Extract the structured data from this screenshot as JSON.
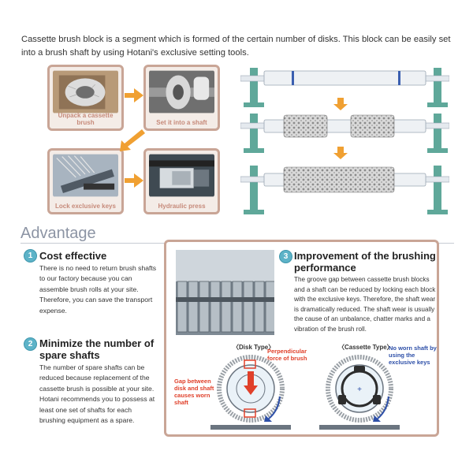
{
  "intro": {
    "text": "Cassette brush block is a segment which is formed of the certain number of disks. This block can be easily set into a brush shaft by using Hotani's exclusive setting tools."
  },
  "steps": [
    {
      "label": "Unpack a cassette brush"
    },
    {
      "label": "Set it into a shaft"
    },
    {
      "label": "Lock exclusive keys"
    },
    {
      "label": "Hydraulic press"
    }
  ],
  "advantage": {
    "title": "Advantage",
    "items": [
      {
        "number": "1",
        "title": "Cost effective",
        "body": "There is no need to return brush shafts to our factory because you can assemble brush rolls at your site. Therefore, you can save the transport expense."
      },
      {
        "number": "2",
        "title": "Minimize the number of spare shafts",
        "body": "The number of spare shafts can be reduced because replacement of the cassette brush is possible at your site. Hotani recommends you to possess at least one set of shafts for each brushing equipment as a spare."
      },
      {
        "number": "3",
        "title": "Improvement of the brushing performance",
        "body": "The groove gap between cassette brush blocks and a shaft can be reduced by locking each block with the exclusive keys. Therefore, the shaft wear is dramatically reduced. The shaft wear is usually the cause of an unbalance, chatter marks and a vibration of the brush roll."
      }
    ]
  },
  "diagram": {
    "disk_type": "〈Disk Type〉",
    "cassette_type": "〈Cassette Type〉",
    "perpendicular": "Perpendicular force of brush",
    "gap": "Gap between disk and shaft causes worn shaft",
    "no_worn": "No worn shaft by using the exclusive keys"
  },
  "colors": {
    "frame": "#c9a596",
    "caption": "#c68a7a",
    "arrow": "#f0a032",
    "badge": "#5db3c8",
    "red_note": "#e0402a",
    "blue_note": "#2d4fa8",
    "title_gray": "#8c94a4"
  }
}
